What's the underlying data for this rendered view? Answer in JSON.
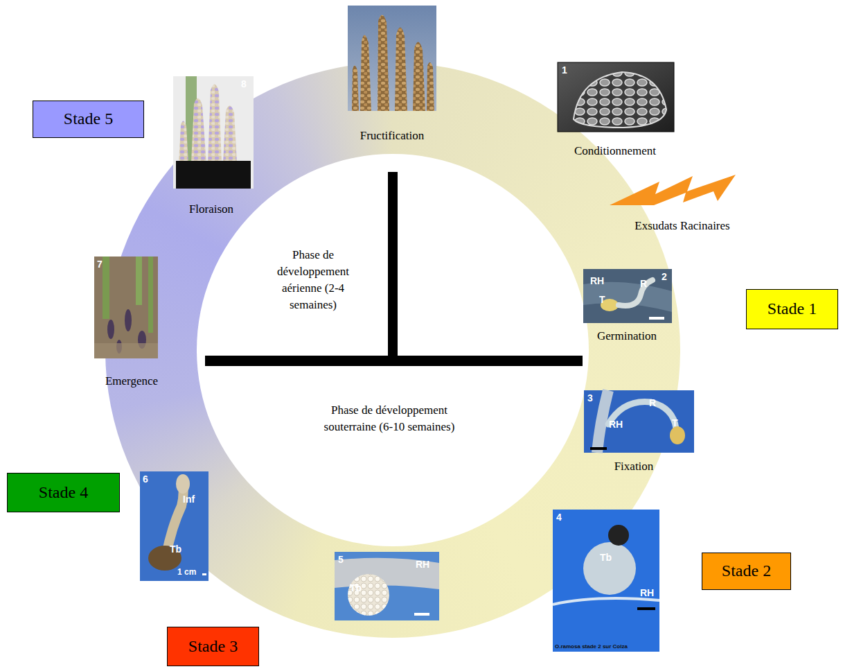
{
  "diagram": {
    "nodes": [
      {
        "text": [
          "Stade 1"
        ]
      },
      {
        "text": [
          "Stade 2"
        ]
      },
      {
        "text": [
          "Stade 3"
        ]
      },
      {
        "text": [
          "Stade 4"
        ]
      },
      {
        "text": [
          "Stade 5"
        ]
      }
    ],
    "labels": [
      "Fructification",
      "Conditionnement",
      "Exsudats Racinaires",
      "Phase de développement aérienne (2-4 semaines)",
      "Phase de développement souterraine (6-10 semaines)",
      "Floraison",
      "Emergence",
      "Germination",
      "Fixation",
      "1",
      "2",
      "RH",
      "R",
      "T",
      "3",
      "R",
      "RH",
      "T",
      "4",
      "Tb",
      "RH",
      "O.ramosa stade 2 sur Colza",
      "5",
      "RH",
      "Tb",
      "6",
      "Inf",
      "Tb",
      "1 cm",
      "7",
      "8"
    ]
  }
}
